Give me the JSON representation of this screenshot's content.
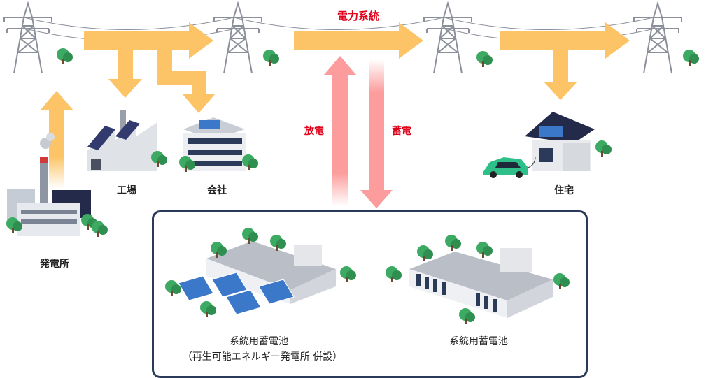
{
  "title": "電力系統",
  "arrows": {
    "discharge": "放電",
    "charge": "蓄電"
  },
  "facilities": {
    "factory": "工場",
    "office": "会社",
    "power_plant": "発電所",
    "house": "住宅"
  },
  "batteries": {
    "left_line1": "系統用蓄電池",
    "left_line2": "（再生可能エネルギー発電所 併設）",
    "right": "系統用蓄電池"
  },
  "colors": {
    "flow": "#fcc466",
    "battery_flow": "#fc9c9c",
    "accent": "#e0001a",
    "frame": "#2b3a58"
  }
}
